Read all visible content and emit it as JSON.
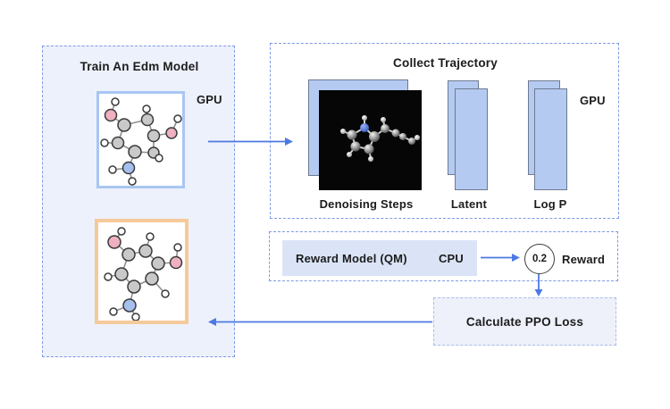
{
  "train_box": {
    "title": "Train An Edm Model",
    "gpu_label": "GPU"
  },
  "collect_box": {
    "title": "Collect Trajectory",
    "gpu_label": "GPU",
    "items": [
      {
        "label": "Denoising Steps"
      },
      {
        "label": "Latent"
      },
      {
        "label": "Log P"
      }
    ]
  },
  "reward_box": {
    "model_label": "Reward Model (QM)",
    "cpu_label": "CPU",
    "reward_value": "0.2",
    "reward_label": "Reward"
  },
  "ppo_box": {
    "label": "Calculate PPO Loss"
  },
  "icons": {
    "train_input": "molecule-2d-noisy-icon",
    "train_output": "molecule-2d-clean-icon",
    "denoising_preview": "molecule-3d-render-icon"
  },
  "colors": {
    "accent_blue": "#4d79e3",
    "dashed_border": "#7d9be6",
    "ppo_border": "#a9bce9",
    "train_box_bg": "#edf1fb",
    "ppo_box_bg": "#eef1fa",
    "panel_fill": "#b5caf1",
    "panel_border": "#6e7a92",
    "pill_bg": "#dbe4f7",
    "frame_blue": "#a9c6f2",
    "frame_orange": "#f6c99b",
    "atom_carbon": "#c9c9c9",
    "atom_oxygen": "#efb0bf",
    "atom_nitrogen": "#a5bfee",
    "black_panel": "#060606",
    "text": "#1c1c1c"
  }
}
